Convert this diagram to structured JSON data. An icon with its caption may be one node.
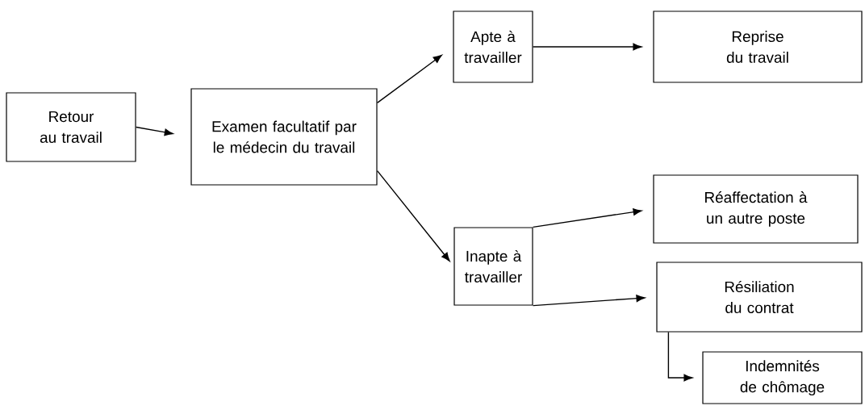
{
  "diagram": {
    "nodes": [
      {
        "text": [
          "Retour au travail"
        ]
      },
      {
        "text": [
          "Examen facultatif par le médecin du travail"
        ]
      },
      {
        "text": [
          "Apte à travailler"
        ]
      },
      {
        "text": [
          "Reprise du travail"
        ]
      },
      {
        "text": [
          "Inapte à travailler"
        ]
      },
      {
        "text": [
          "Réaffectation à un autre poste"
        ]
      },
      {
        "text": [
          "Résiliation du contrat"
        ]
      },
      {
        "text": [
          "Indemnités de chômage"
        ]
      }
    ],
    "edges": [
      {
        "from": 0,
        "to": 1,
        "arrow": "to"
      },
      {
        "from": 1,
        "to": 2,
        "arrow": "to"
      },
      {
        "from": 2,
        "to": 3,
        "arrow": "to"
      },
      {
        "from": 1,
        "to": 4,
        "arrow": "to"
      },
      {
        "from": 4,
        "to": 5,
        "arrow": "to"
      },
      {
        "from": 4,
        "to": 6,
        "arrow": "to"
      },
      {
        "from": 6,
        "to": 7,
        "arrow": "to"
      }
    ]
  }
}
